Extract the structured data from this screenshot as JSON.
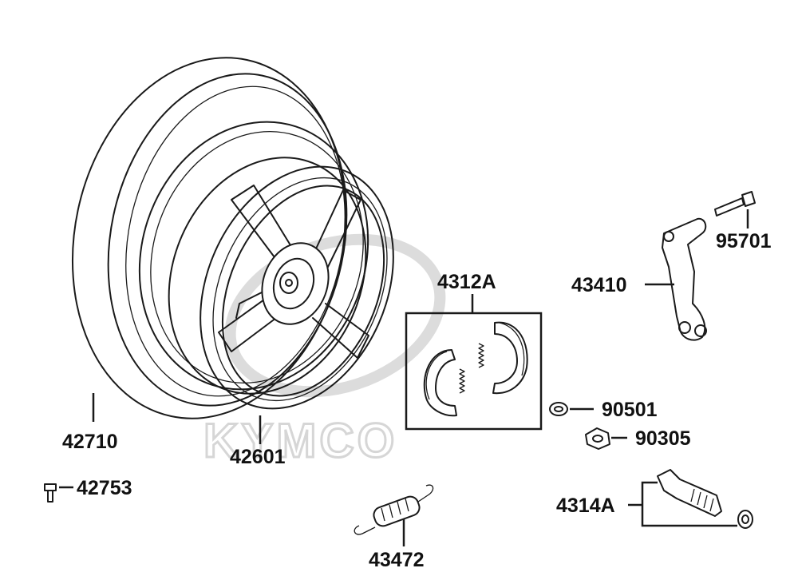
{
  "watermark": {
    "text": "KYMCO"
  },
  "parts": [
    {
      "id": "tire",
      "number": "42710"
    },
    {
      "id": "rim",
      "number": "42601"
    },
    {
      "id": "air-valve",
      "number": "42753"
    },
    {
      "id": "brake-shoe-set",
      "number": "4312A"
    },
    {
      "id": "brake-spring",
      "number": "43472"
    },
    {
      "id": "brake-arm",
      "number": "43410"
    },
    {
      "id": "bolt",
      "number": "95701"
    },
    {
      "id": "washer",
      "number": "90501"
    },
    {
      "id": "nut",
      "number": "90305"
    },
    {
      "id": "brake-cam-set",
      "number": "4314A"
    }
  ],
  "colors": {
    "line": "#1a1a1a",
    "watermark": "#d6d6d6",
    "background": "#ffffff"
  }
}
